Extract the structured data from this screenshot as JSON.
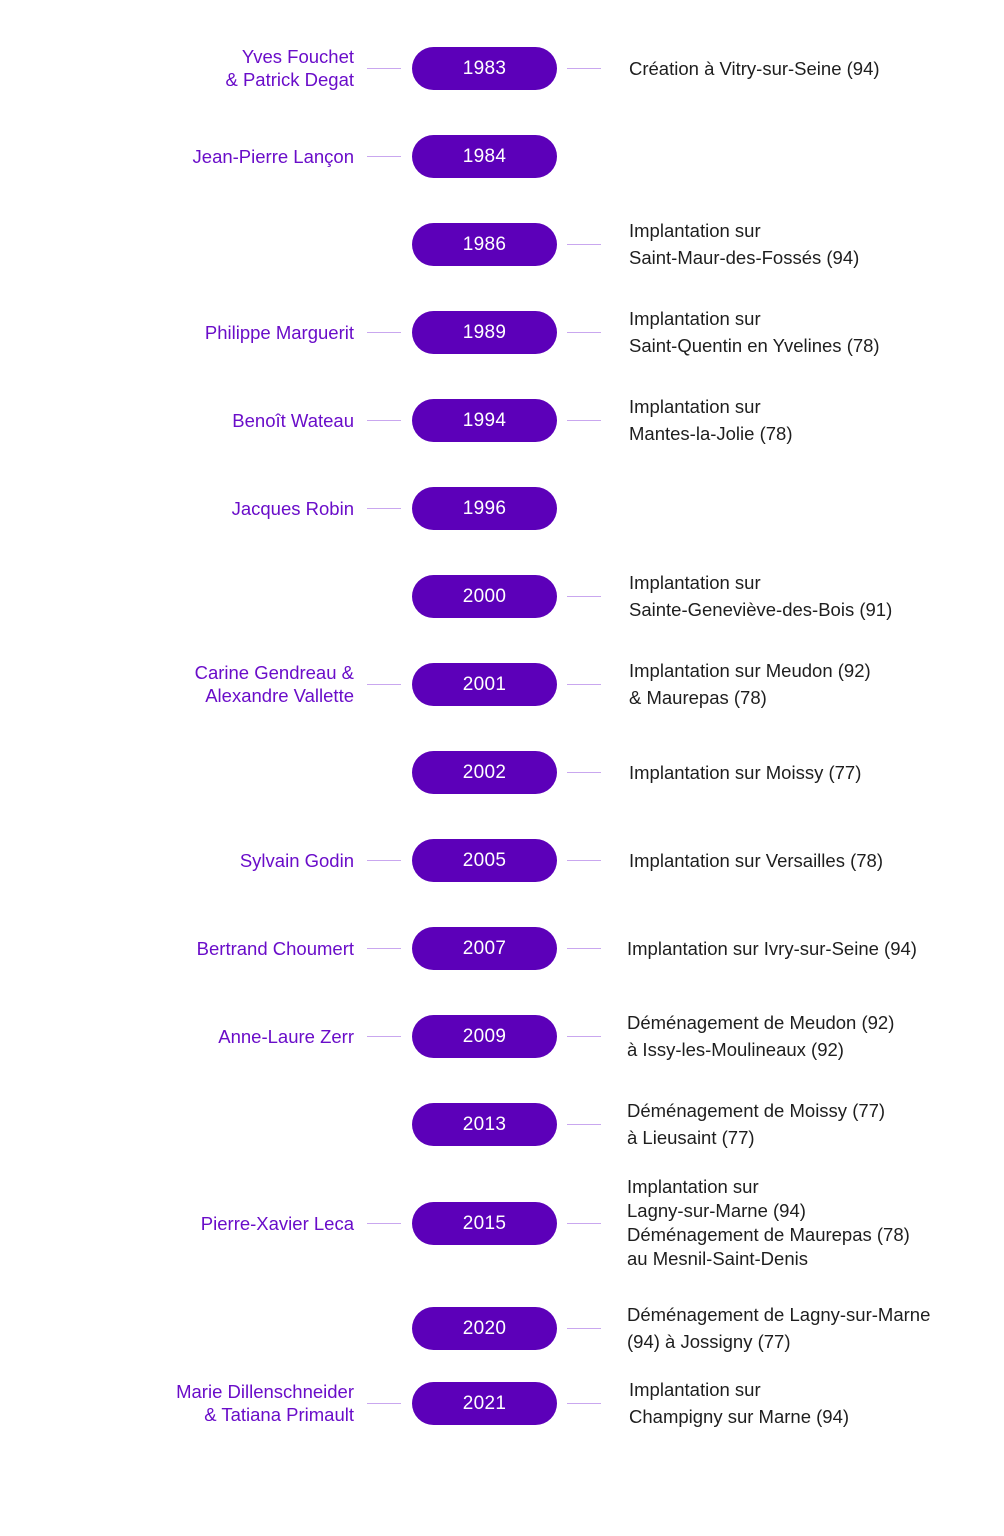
{
  "colors": {
    "accent": "#6a0dc9",
    "pill": "#5c00b9",
    "connector": "#c9a7ef",
    "text": "#1e1e1e"
  },
  "timeline": [
    {
      "year": "1983",
      "people": [
        "Yves Fouchet",
        "& Patrick Degat"
      ],
      "events": [
        "Création à Vitry-sur-Seine (94)"
      ]
    },
    {
      "year": "1984",
      "people": [
        "Jean-Pierre Lançon"
      ],
      "events": []
    },
    {
      "year": "1986",
      "people": [],
      "events": [
        "Implantation sur",
        "Saint-Maur-des-Fossés (94)"
      ]
    },
    {
      "year": "1989",
      "people": [
        "Philippe Marguerit"
      ],
      "events": [
        "Implantation sur",
        "Saint-Quentin en Yvelines (78)"
      ]
    },
    {
      "year": "1994",
      "people": [
        "Benoît Wateau"
      ],
      "events": [
        "Implantation sur",
        "Mantes-la-Jolie (78)"
      ]
    },
    {
      "year": "1996",
      "people": [
        "Jacques Robin"
      ],
      "events": []
    },
    {
      "year": "2000",
      "people": [],
      "events": [
        "Implantation sur",
        "Sainte-Geneviève-des-Bois (91)"
      ]
    },
    {
      "year": "2001",
      "people": [
        "Carine Gendreau &",
        "Alexandre Vallette"
      ],
      "events": [
        "Implantation sur Meudon (92)",
        "& Maurepas (78)"
      ]
    },
    {
      "year": "2002",
      "people": [],
      "events": [
        "Implantation sur Moissy (77)"
      ]
    },
    {
      "year": "2005",
      "people": [
        "Sylvain Godin"
      ],
      "events": [
        "Implantation sur Versailles (78)"
      ]
    },
    {
      "year": "2007",
      "people": [
        "Bertrand Choumert"
      ],
      "events": [
        "Implantation sur Ivry-sur-Seine (94)"
      ]
    },
    {
      "year": "2009",
      "people": [
        "Anne-Laure Zerr"
      ],
      "events": [
        "Déménagement de Meudon (92)",
        "à Issy-les-Moulineaux (92)"
      ]
    },
    {
      "year": "2013",
      "people": [],
      "events": [
        "Déménagement de Moissy (77)",
        "à Lieusaint (77)"
      ]
    },
    {
      "year": "2015",
      "people": [
        "Pierre-Xavier Leca"
      ],
      "events": [
        "Implantation sur",
        "Lagny-sur-Marne (94)",
        "Déménagement de Maurepas (78)",
        "au Mesnil-Saint-Denis"
      ]
    },
    {
      "year": "2020",
      "people": [],
      "events": [
        "Déménagement de Lagny-sur-Marne",
        "(94) à Jossigny (77)"
      ]
    },
    {
      "year": "2021",
      "people": [
        "Marie Dillenschneider",
        "& Tatiana Primault"
      ],
      "events": [
        "Implantation sur",
        "Champigny sur Marne (94)"
      ]
    }
  ]
}
